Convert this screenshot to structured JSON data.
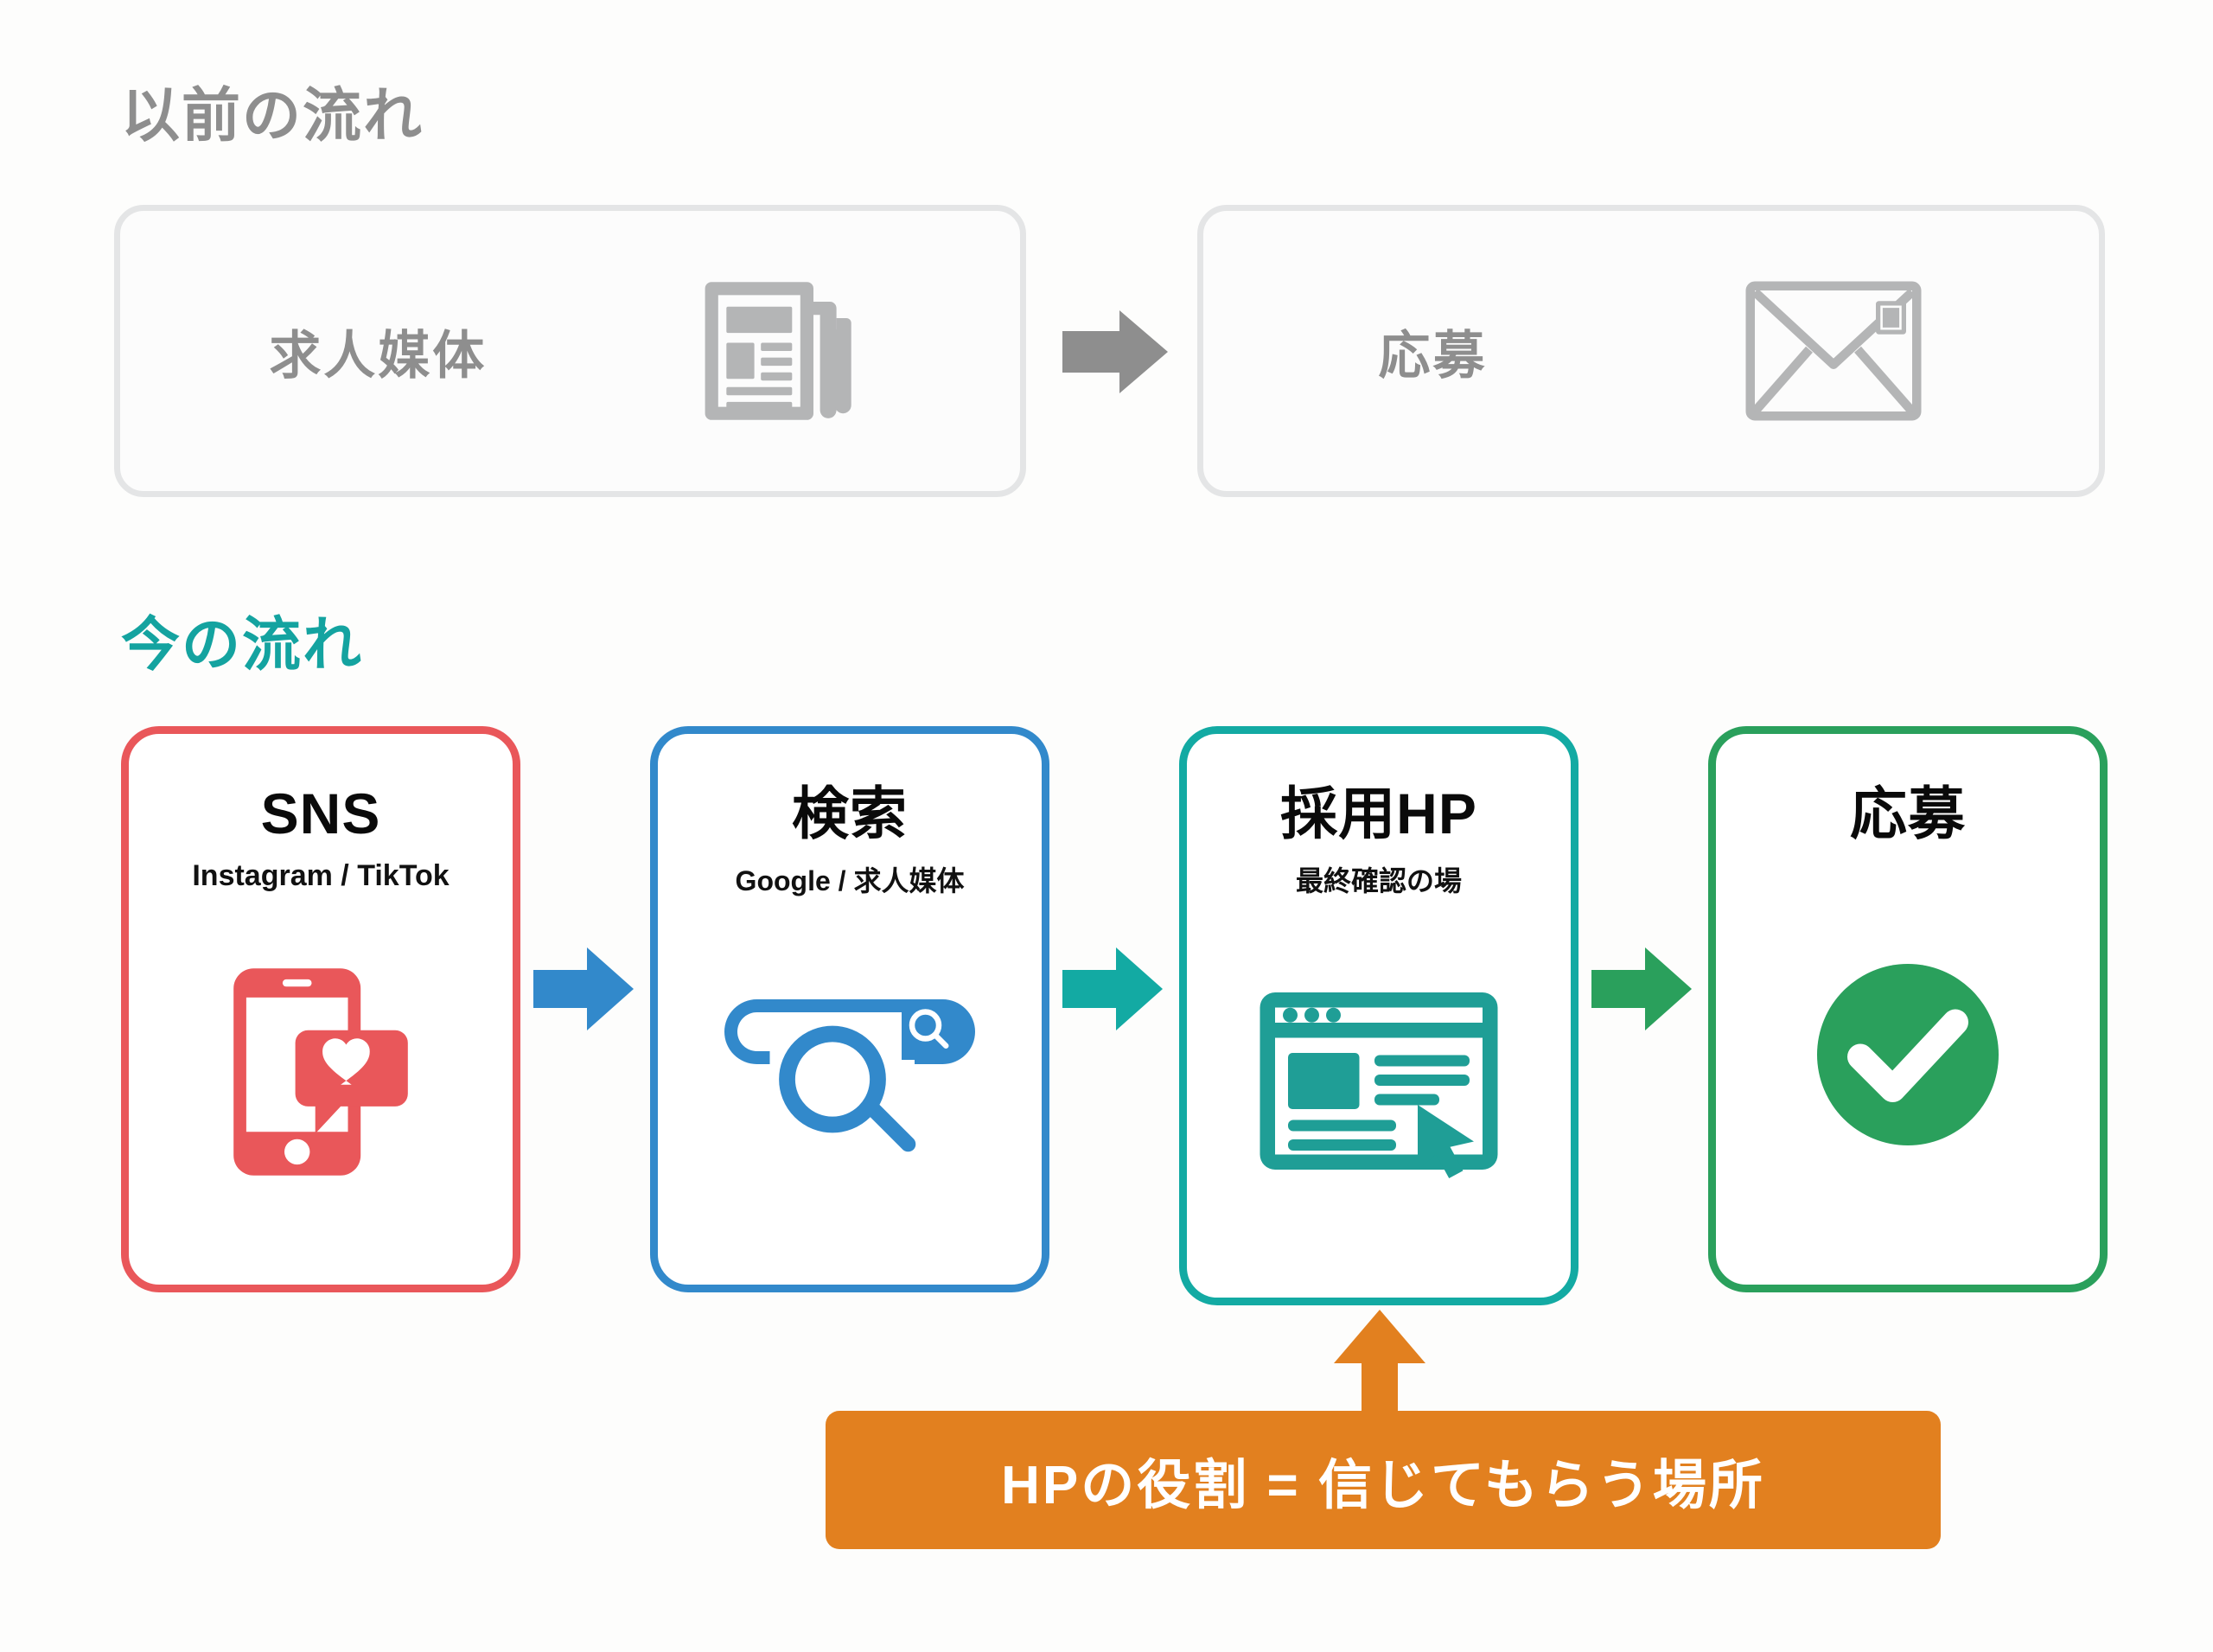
{
  "palette": {
    "gray": "#8e8e8e",
    "gray_border": "#e4e5e6",
    "teal_title": "#14a3a0",
    "red": "#e9575a",
    "blue": "#3289cb",
    "teal": "#13aaa3",
    "green": "#2aa05c",
    "orange": "#e2801f",
    "white": "#ffffff",
    "black": "#0a0a0a",
    "background": "#fdfdfc"
  },
  "old_flow": {
    "section_title": "以前の流れ",
    "steps": [
      {
        "label": "求人媒体",
        "icon": "newspaper-icon"
      },
      {
        "label": "応募",
        "icon": "envelope-icon"
      }
    ],
    "connector": {
      "icon": "arrow-right-icon",
      "color": "#8e8e8e"
    }
  },
  "new_flow": {
    "section_title": "今の流れ",
    "steps": [
      {
        "title": "SNS",
        "subtitle": "Instagram / TikTok",
        "icon": "smartphone-heart-icon",
        "color": "#e9575a"
      },
      {
        "title": "検索",
        "subtitle": "Google / 求人媒体",
        "icon": "search-bar-magnifier-icon",
        "color": "#3289cb"
      },
      {
        "title": "採用HP",
        "subtitle": "最終確認の場",
        "icon": "browser-window-cursor-icon",
        "color": "#13aaa3"
      },
      {
        "title": "応募",
        "subtitle": "",
        "icon": "check-circle-icon",
        "color": "#2aa05c"
      }
    ],
    "connectors": [
      {
        "icon": "arrow-right-icon",
        "color": "#3289cb"
      },
      {
        "icon": "arrow-right-icon",
        "color": "#13aaa3"
      },
      {
        "icon": "arrow-right-icon",
        "color": "#2aa05c"
      }
    ]
  },
  "callout": {
    "text": "HPの役割 = 信じてもらう場所",
    "color": "#e2801f",
    "pointer_icon": "arrow-up-icon",
    "points_to": "採用HP"
  }
}
